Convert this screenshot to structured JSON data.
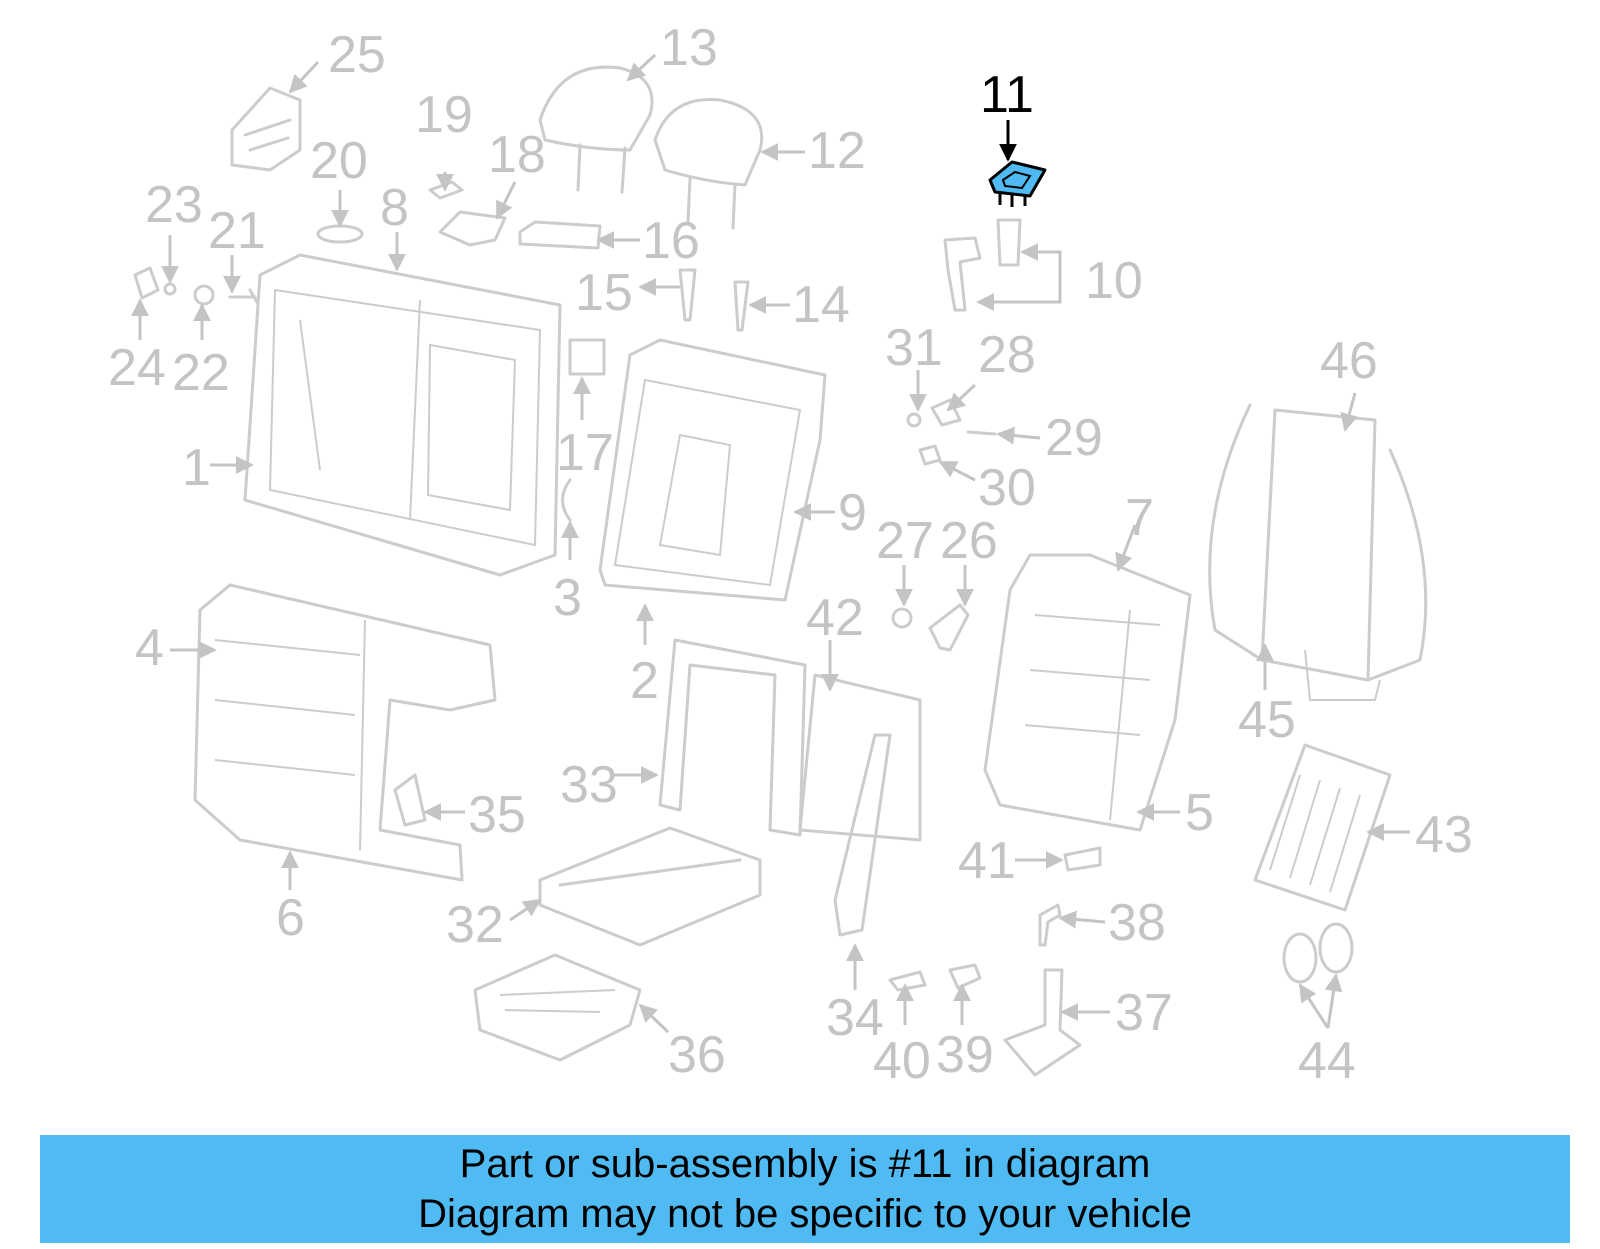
{
  "highlight": {
    "part": "11",
    "color": "#4fbbf2"
  },
  "callouts": [
    "1",
    "2",
    "3",
    "4",
    "5",
    "6",
    "7",
    "8",
    "9",
    "10",
    "11",
    "12",
    "13",
    "14",
    "15",
    "16",
    "17",
    "18",
    "19",
    "20",
    "21",
    "22",
    "23",
    "24",
    "25",
    "26",
    "27",
    "28",
    "29",
    "30",
    "31",
    "32",
    "33",
    "34",
    "35",
    "36",
    "37",
    "38",
    "39",
    "40",
    "41",
    "42",
    "43",
    "44",
    "45",
    "46"
  ],
  "caption": {
    "line1": "Part or sub-assembly is #11 in diagram",
    "line2": "Diagram may not be specific to your vehicle",
    "background": "#4fbbf2"
  }
}
